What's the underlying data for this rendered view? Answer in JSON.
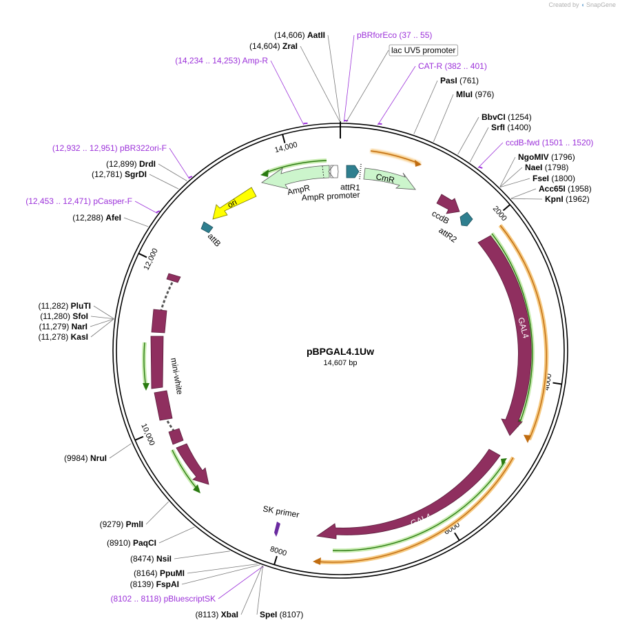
{
  "credit": {
    "prefix": "Created by",
    "brand": "SnapGene"
  },
  "plasmid": {
    "name": "pBPGAL4.1Uw",
    "size_text": "14,607 bp",
    "length": 14607
  },
  "ruler": [
    {
      "pos": 14000,
      "text": "14,000"
    },
    {
      "pos": 2000,
      "text": "2000"
    },
    {
      "pos": 4000,
      "text": "4000"
    },
    {
      "pos": 6000,
      "text": "6000"
    },
    {
      "pos": 8000,
      "text": "8000"
    },
    {
      "pos": 10000,
      "text": "10,000"
    },
    {
      "pos": 12000,
      "text": "12,000"
    }
  ],
  "sites": [
    {
      "pos": 14606,
      "name": "AatII",
      "coord": "(14,606)",
      "kind": "enzyme"
    },
    {
      "pos": 14604,
      "name": "ZraI",
      "coord": "(14,604)",
      "kind": "enzyme"
    },
    {
      "pos": 14234,
      "name": "Amp-R",
      "coord": "(14,234 .. 14,253)",
      "kind": "primer"
    },
    {
      "pos": 37,
      "name": "pBRforEco",
      "coord": "(37 .. 55)",
      "kind": "primer"
    },
    {
      "pos": 60,
      "name": "lac UV5 promoter",
      "coord": "",
      "kind": "boxed"
    },
    {
      "pos": 382,
      "name": "CAT-R",
      "coord": "(382 .. 401)",
      "kind": "primer"
    },
    {
      "pos": 761,
      "name": "PasI",
      "coord": "(761)",
      "kind": "enzyme"
    },
    {
      "pos": 976,
      "name": "MluI",
      "coord": "(976)",
      "kind": "enzyme"
    },
    {
      "pos": 1254,
      "name": "BbvCI",
      "coord": "(1254)",
      "kind": "enzyme"
    },
    {
      "pos": 1400,
      "name": "SrfI",
      "coord": "(1400)",
      "kind": "enzyme"
    },
    {
      "pos": 1501,
      "name": "ccdB-fwd",
      "coord": "(1501 .. 1520)",
      "kind": "primer"
    },
    {
      "pos": 1796,
      "name": "NgoMIV",
      "coord": "(1796)",
      "kind": "enzyme"
    },
    {
      "pos": 1798,
      "name": "NaeI",
      "coord": "(1798)",
      "kind": "enzyme"
    },
    {
      "pos": 1800,
      "name": "FseI",
      "coord": "(1800)",
      "kind": "enzyme"
    },
    {
      "pos": 1958,
      "name": "Acc65I",
      "coord": "(1958)",
      "kind": "enzyme"
    },
    {
      "pos": 1962,
      "name": "KpnI",
      "coord": "(1962)",
      "kind": "enzyme"
    },
    {
      "pos": 12932,
      "name": "pBR322ori-F",
      "coord": "(12,932 .. 12,951)",
      "kind": "primer"
    },
    {
      "pos": 12899,
      "name": "DrdI",
      "coord": "(12,899)",
      "kind": "enzyme"
    },
    {
      "pos": 12781,
      "name": "SgrDI",
      "coord": "(12,781)",
      "kind": "enzyme"
    },
    {
      "pos": 12453,
      "name": "pCasper-F",
      "coord": "(12,453 .. 12,471)",
      "kind": "primer"
    },
    {
      "pos": 12288,
      "name": "AfeI",
      "coord": "(12,288)",
      "kind": "enzyme"
    },
    {
      "pos": 11282,
      "name": "PluTI",
      "coord": "(11,282)",
      "kind": "enzyme"
    },
    {
      "pos": 11280,
      "name": "SfoI",
      "coord": "(11,280)",
      "kind": "enzyme"
    },
    {
      "pos": 11279,
      "name": "NarI",
      "coord": "(11,279)",
      "kind": "enzyme"
    },
    {
      "pos": 11278,
      "name": "KasI",
      "coord": "(11,278)",
      "kind": "enzyme"
    },
    {
      "pos": 9984,
      "name": "NruI",
      "coord": "(9984)",
      "kind": "enzyme"
    },
    {
      "pos": 9279,
      "name": "PmlI",
      "coord": "(9279)",
      "kind": "enzyme"
    },
    {
      "pos": 8910,
      "name": "PaqCI",
      "coord": "(8910)",
      "kind": "enzyme"
    },
    {
      "pos": 8474,
      "name": "NsiI",
      "coord": "(8474)",
      "kind": "enzyme"
    },
    {
      "pos": 8164,
      "name": "PpuMI",
      "coord": "(8164)",
      "kind": "enzyme"
    },
    {
      "pos": 8139,
      "name": "FspAI",
      "coord": "(8139)",
      "kind": "enzyme"
    },
    {
      "pos": 8102,
      "name": "pBluescriptSK",
      "coord": "(8102 .. 8118)",
      "kind": "primer"
    },
    {
      "pos": 8113,
      "name": "XbaI",
      "coord": "(8113)",
      "kind": "enzyme"
    },
    {
      "pos": 8107,
      "name": "SpeI",
      "coord": "(8107)",
      "kind": "enzyme"
    }
  ],
  "features": [
    {
      "name": "AmpR",
      "kind": "gene",
      "color": "#ccf5cc"
    },
    {
      "name": "AmpR promoter",
      "kind": "promoter",
      "color": "#ffffff"
    },
    {
      "name": "attR1",
      "kind": "recomb",
      "color": "#2f7f8f"
    },
    {
      "name": "CmR",
      "kind": "gene",
      "color": "#ccf5cc"
    },
    {
      "name": "ccdB",
      "kind": "gene",
      "color": "#8f2f5f"
    },
    {
      "name": "attR2",
      "kind": "recomb",
      "color": "#2f7f8f"
    },
    {
      "name": "GAL4",
      "kind": "cds",
      "color": "#8f2f5f"
    },
    {
      "name": "GAL4",
      "kind": "cds",
      "color": "#8f2f5f"
    },
    {
      "name": "SK primer",
      "kind": "primer-bind",
      "color": "#6a2aa0"
    },
    {
      "name": "mini-white",
      "kind": "gene",
      "color": "#8f2f5f"
    },
    {
      "name": "ori",
      "kind": "origin",
      "color": "#ffff00"
    },
    {
      "name": "attB",
      "kind": "recomb",
      "color": "#2f7f8f"
    }
  ],
  "colors": {
    "enzyme": "#000000",
    "primer": "#9b30d9",
    "gene_fill": "#8f2f5f",
    "orf_green": "#3a9a10",
    "orf_orange": "#f0b060",
    "backbone": "#000000"
  }
}
